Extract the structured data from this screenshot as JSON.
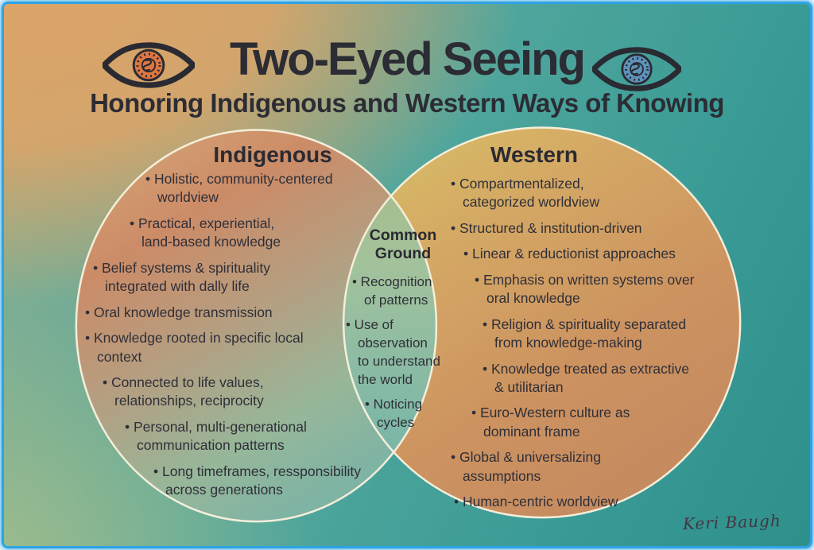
{
  "poster": {
    "title": "Two-Eyed Seeing",
    "subtitle": "Honoring Indigenous and Western Ways of Knowing",
    "signature": "Keri Baugh",
    "icons": {
      "left": "eye-icon-orange-medicine-wheel-iris",
      "right": "eye-icon-blue-medicine-wheel-iris"
    }
  },
  "venn": {
    "indigenous": {
      "heading": "Indigenous",
      "items": [
        "• Holistic, community-centered\nworldview",
        "• Practical, experiential,\nland-based knowledge",
        "• Belief systems & spirituality\nintegrated with dally life",
        "• Oral knowledge transmission",
        "• Knowledge rooted in specific local\ncontext",
        "• Connected to life values,\nrelationships, reciprocity",
        "• Personal, multi-generational\ncommunication patterns",
        "• Long timeframes, ressponsibility\nacross generations"
      ]
    },
    "common_ground": {
      "heading": "Common Ground",
      "items": [
        "• Recognition\nof patterns",
        "• Use of\nobservation\nto understand\nthe world",
        "• Noticing\ncycles"
      ]
    },
    "western": {
      "heading": "Western",
      "items": [
        "• Compartmentalized,\ncategorized worldview",
        "• Structured & institution-driven",
        "• Linear & reductionist approaches",
        "• Emphasis on written systems over\noral knowledge",
        "• Religion & spirituality separated\nfrom knowledge-making",
        "• Knowledge treated as extractive\n& utilitarian",
        "• Euro-Western culture as\ndominant frame",
        "• Global & universalizing\nassumptions",
        "• Human-centric worldview"
      ]
    }
  },
  "colors": {
    "frame_blue": "#2da3e3",
    "text": "#2f2f38",
    "background_top_left_orange": "#d9a269",
    "background_teal": "#3a9b96",
    "background_bottom_left_sage": "#9fbc92",
    "indigenous_circle_salmon": "#cc8b67",
    "western_circle_gold": "#d9c167",
    "western_circle_orange": "#c58b60",
    "overlap_top_olive": "#a9ba83",
    "overlap_bottom_teal": "#6fb2a9",
    "circle_outline_cream": "#f4eeda",
    "iris_left_orange": "#dd7742",
    "iris_right_blue": "#5e93bb"
  }
}
